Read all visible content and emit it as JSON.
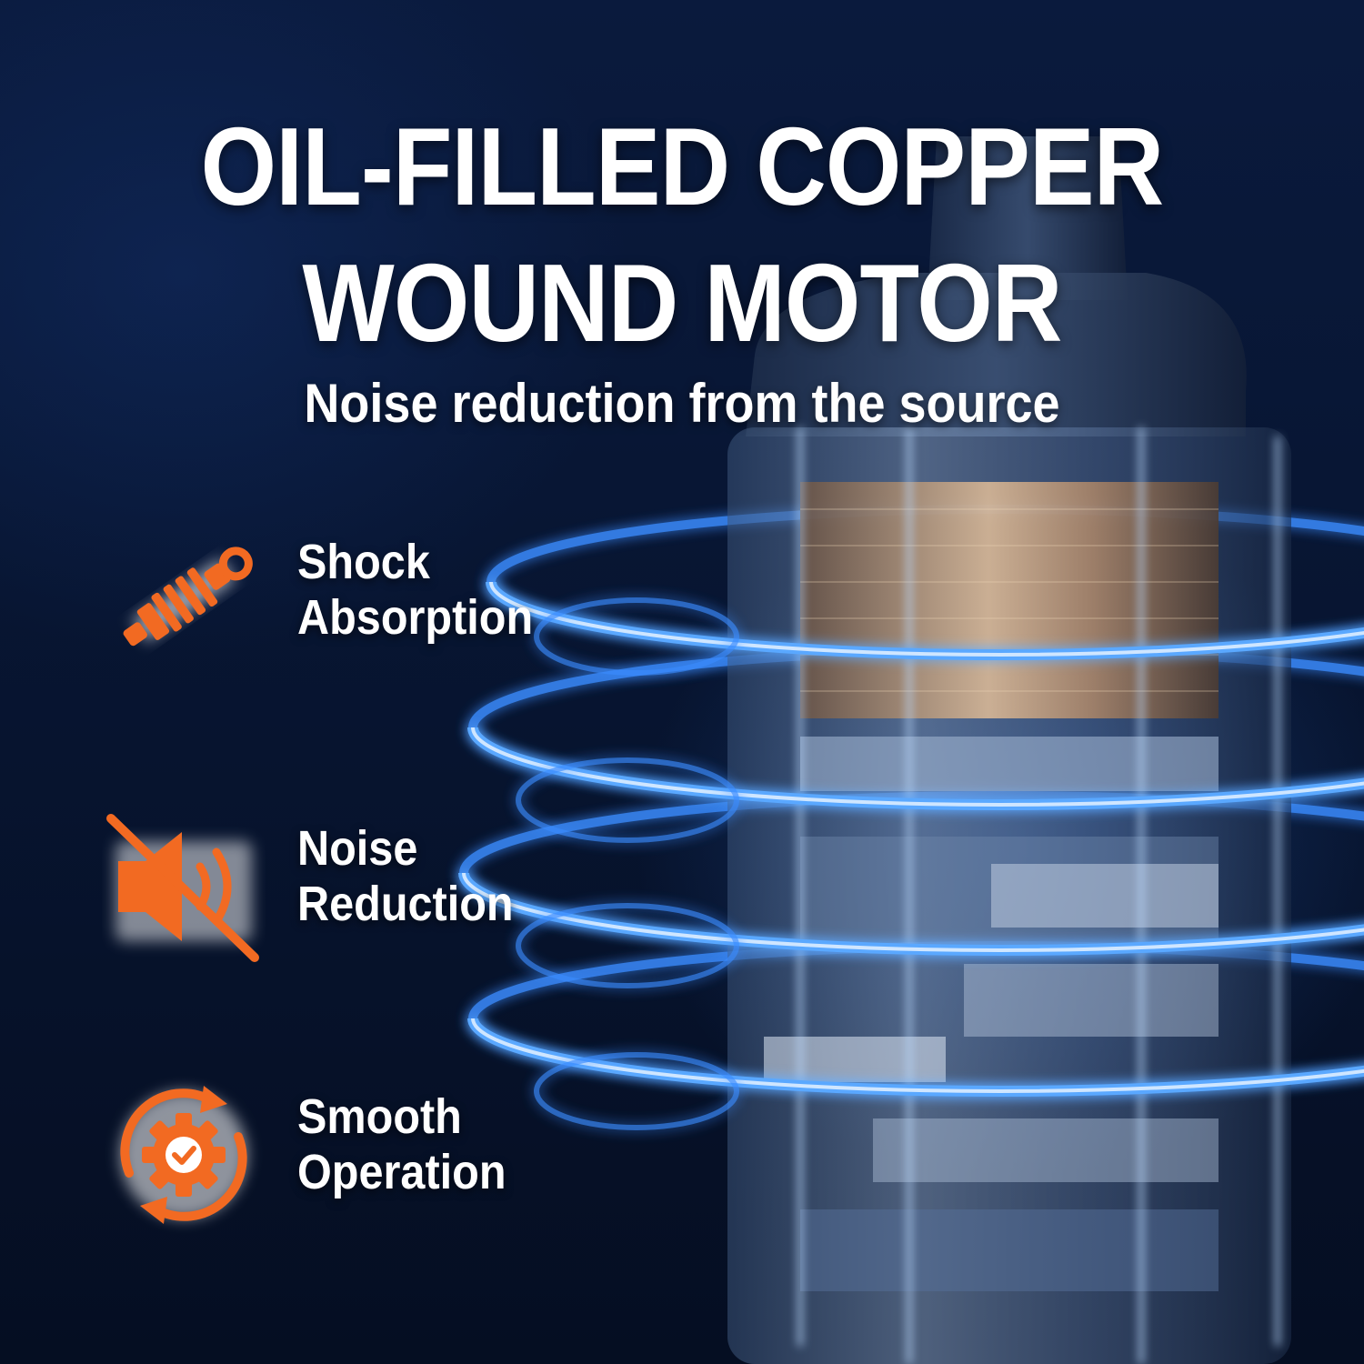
{
  "headline": {
    "line1": "OIL-FILLED COPPER",
    "line2": "WOUND MOTOR"
  },
  "subtitle": "Noise reduction from the source",
  "features": [
    {
      "line1": "Shock",
      "line2": "Absorption",
      "icon": "shock-absorber-icon"
    },
    {
      "line1": "Noise",
      "line2": "Reduction",
      "icon": "muted-speaker-icon"
    },
    {
      "line1": "Smooth",
      "line2": "Operation",
      "icon": "gear-check-cycle-icon"
    }
  ],
  "colors": {
    "background": "#06132e",
    "accent_orange": "#f26a22",
    "glow_blue": "#3a8cff",
    "text": "#ffffff"
  }
}
